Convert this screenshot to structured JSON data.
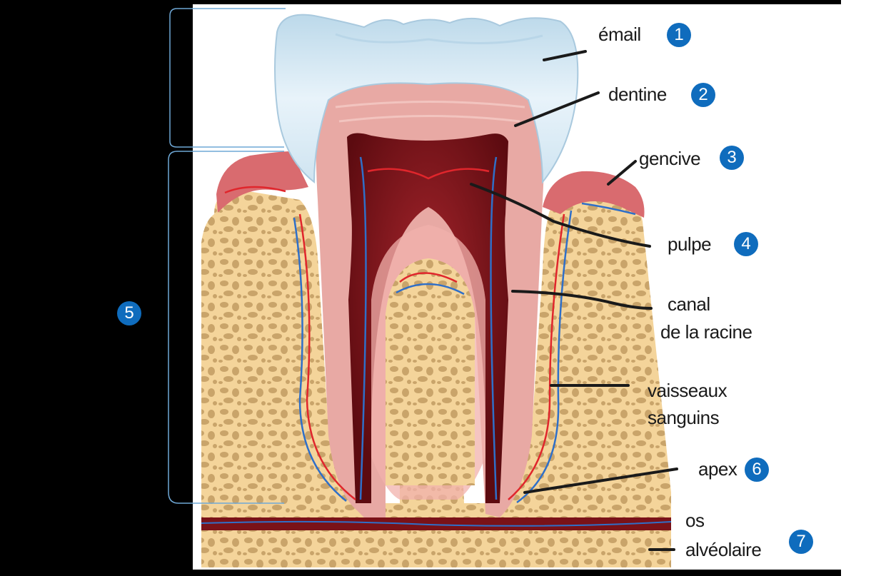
{
  "colors": {
    "badge": "#0f6cbd",
    "enamel": "#d9ecf6",
    "dentin": "#e8a9a4",
    "pulp": "#7a1218",
    "gum": "#d96b6f",
    "bone": "#f4d49a",
    "vessel_red": "#e0262c",
    "vessel_blue": "#2f6fc8"
  },
  "labels": {
    "email": "émail",
    "dentine": "dentine",
    "gencive": "gencive",
    "pulpe": "pulpe",
    "canal_line1": "canal",
    "canal_line2": "de la racine",
    "vaisseaux_line1": "vaisseaux",
    "vaisseaux_line2": "sanguins",
    "apex": "apex",
    "os_line1": "os",
    "os_line2": "alvéolaire"
  },
  "badges": {
    "b1": "1",
    "b2": "2",
    "b3": "3",
    "b4": "4",
    "b5": "5",
    "b6": "6",
    "b7": "7"
  }
}
